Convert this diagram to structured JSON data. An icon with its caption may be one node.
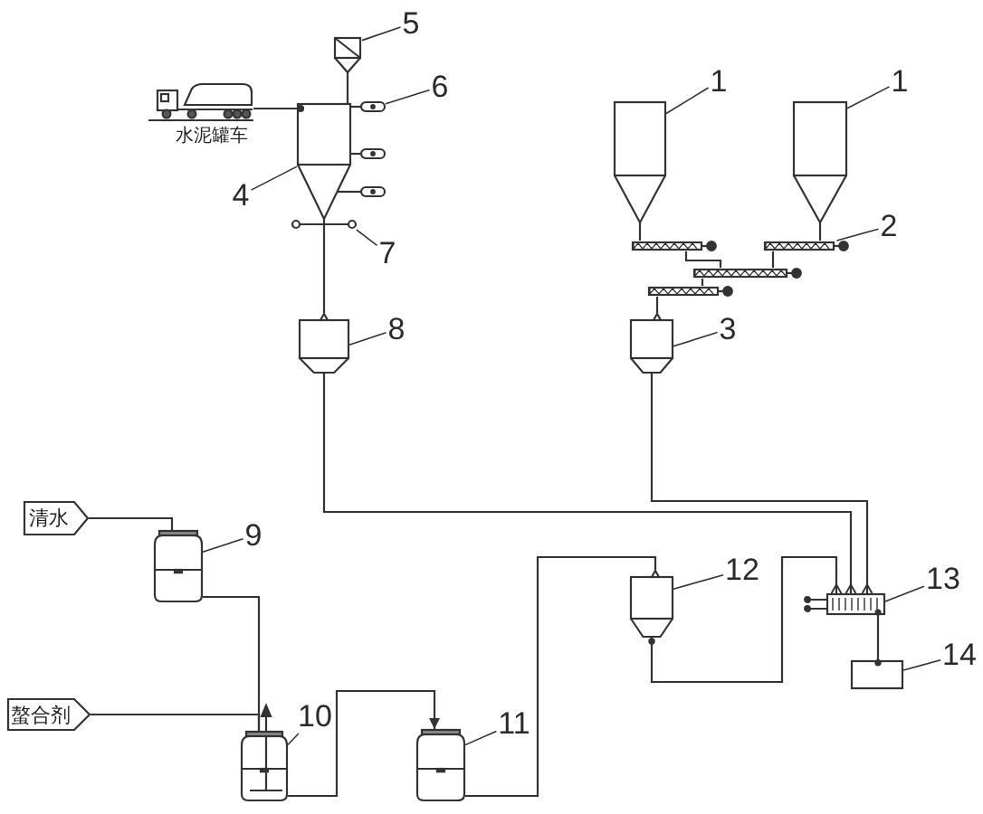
{
  "diagram": {
    "nodes": [
      {
        "text": [],
        "shape": "filter"
      },
      {
        "text": [],
        "shape": "picture",
        "beside": [
          "水泥罐车"
        ]
      },
      {
        "text": [],
        "shape": "silo"
      },
      {
        "text": [],
        "shape": "ellipse"
      },
      {
        "text": [],
        "shape": "ellipse"
      },
      {
        "text": [],
        "shape": "ellipse"
      },
      {
        "text": [],
        "shape": "valve"
      },
      {
        "text": [],
        "shape": "hopper"
      },
      {
        "text": [],
        "shape": "silo"
      },
      {
        "text": [],
        "shape": "silo"
      },
      {
        "text": [],
        "shape": "conveyor"
      },
      {
        "text": [],
        "shape": "conveyor"
      },
      {
        "text": [],
        "shape": "conveyor"
      },
      {
        "text": [],
        "shape": "conveyor"
      },
      {
        "text": [],
        "shape": "hopper"
      },
      {
        "text": [
          "清水"
        ]
      },
      {
        "text": [],
        "shape": "tank"
      },
      {
        "text": [
          "螯合剂"
        ]
      },
      {
        "text": [],
        "shape": "tank"
      },
      {
        "text": [],
        "shape": "tank"
      },
      {
        "text": [],
        "shape": "hopper"
      },
      {
        "text": [],
        "shape": "bar"
      },
      {
        "text": [],
        "shape": "box"
      },
      {
        "text": [
          "1"
        ]
      },
      {
        "text": [
          "1"
        ]
      },
      {
        "text": [
          "2"
        ]
      },
      {
        "text": [
          "3"
        ]
      },
      {
        "text": [
          "4"
        ]
      },
      {
        "text": [
          "5"
        ]
      },
      {
        "text": [
          "6"
        ]
      },
      {
        "text": [
          "7"
        ]
      },
      {
        "text": [
          "8"
        ]
      },
      {
        "text": [
          "9"
        ]
      },
      {
        "text": [
          "10"
        ]
      },
      {
        "text": [
          "11"
        ]
      },
      {
        "text": [
          "12"
        ]
      },
      {
        "text": [
          "13"
        ]
      },
      {
        "text": [
          "14"
        ]
      }
    ],
    "edges": [
      {
        "from": 0,
        "to": 2,
        "arrow": "none"
      },
      {
        "from": 1,
        "to": 2,
        "arrow": "none"
      },
      {
        "from": 2,
        "to": 3,
        "arrow": "none"
      },
      {
        "from": 2,
        "to": 4,
        "arrow": "none"
      },
      {
        "from": 2,
        "to": 5,
        "arrow": "none"
      },
      {
        "from": 6,
        "to": 7,
        "arrow": "none"
      },
      {
        "from": 8,
        "to": 10,
        "arrow": "none"
      },
      {
        "from": 9,
        "to": 11,
        "arrow": "none"
      },
      {
        "from": 10,
        "to": 12,
        "arrow": "none"
      },
      {
        "from": 11,
        "to": 12,
        "arrow": "none"
      },
      {
        "from": 12,
        "to": 13,
        "arrow": "none"
      },
      {
        "from": 13,
        "to": 14,
        "arrow": "none"
      },
      {
        "from": 7,
        "to": 21,
        "arrow": "other"
      },
      {
        "from": 14,
        "to": 21,
        "arrow": "other"
      },
      {
        "from": 15,
        "to": 16,
        "arrow": "none"
      },
      {
        "from": 16,
        "to": 18,
        "arrow": "none"
      },
      {
        "from": 17,
        "to": 18,
        "arrow": "none"
      },
      {
        "from": 18,
        "to": 19,
        "arrow": "to"
      },
      {
        "from": 19,
        "to": 20,
        "arrow": "none"
      },
      {
        "from": 20,
        "to": 21,
        "arrow": "other"
      },
      {
        "from": 21,
        "to": 22,
        "arrow": "none"
      },
      {
        "from": 23,
        "to": 8,
        "arrow": "none"
      },
      {
        "from": 24,
        "to": 9,
        "arrow": "none"
      },
      {
        "from": 25,
        "to": 11,
        "arrow": "none"
      },
      {
        "from": 26,
        "to": 14,
        "arrow": "none"
      },
      {
        "from": 27,
        "to": 2,
        "arrow": "none"
      },
      {
        "from": 28,
        "to": 0,
        "arrow": "none"
      },
      {
        "from": 29,
        "to": 3,
        "arrow": "none"
      },
      {
        "from": 30,
        "to": 6,
        "arrow": "none"
      },
      {
        "from": 31,
        "to": 7,
        "arrow": "none"
      },
      {
        "from": 32,
        "to": 16,
        "arrow": "none"
      },
      {
        "from": 33,
        "to": 18,
        "arrow": "none"
      },
      {
        "from": 34,
        "to": 19,
        "arrow": "none"
      },
      {
        "from": 35,
        "to": 20,
        "arrow": "none"
      },
      {
        "from": 36,
        "to": 21,
        "arrow": "none"
      },
      {
        "from": 37,
        "to": 22,
        "arrow": "none"
      }
    ]
  }
}
